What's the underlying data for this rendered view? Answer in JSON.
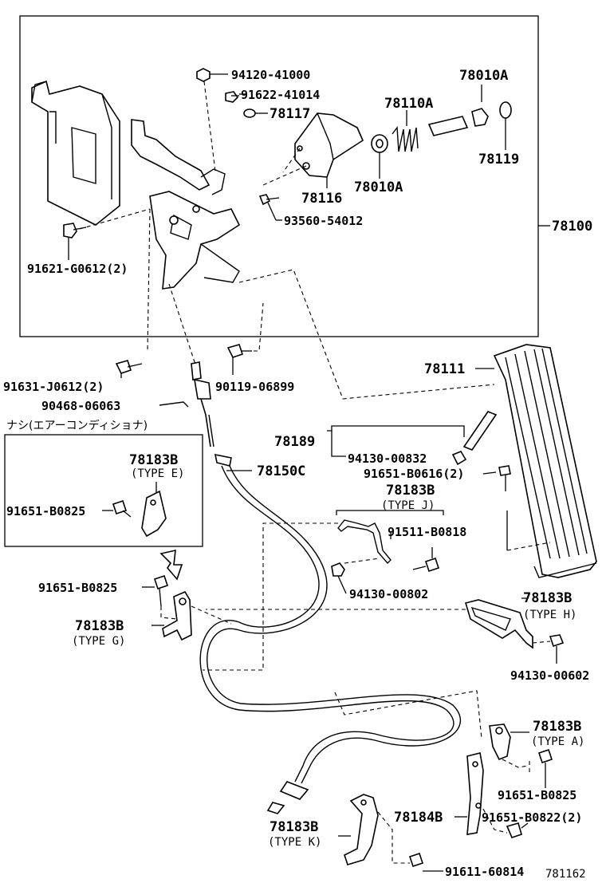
{
  "diagram": {
    "ref_number": "781162",
    "note_jp": "ナシ(エアーコンディショナ)",
    "parts": [
      {
        "id": "p94120",
        "label": "94120-41000"
      },
      {
        "id": "p91622",
        "label": "91622-41014"
      },
      {
        "id": "p78117",
        "label": "78117"
      },
      {
        "id": "p78010a_top",
        "label": "78010A"
      },
      {
        "id": "p78110a",
        "label": "78110A"
      },
      {
        "id": "p78119",
        "label": "78119"
      },
      {
        "id": "p78116",
        "label": "78116"
      },
      {
        "id": "p78010a_mid",
        "label": "78010A"
      },
      {
        "id": "p93560",
        "label": "93560-54012"
      },
      {
        "id": "p78100",
        "label": "78100"
      },
      {
        "id": "p91621",
        "label": "91621-G0612(2)"
      },
      {
        "id": "p91631",
        "label": "91631-J0612(2)"
      },
      {
        "id": "p90119",
        "label": "90119-06899"
      },
      {
        "id": "p78111",
        "label": "78111"
      },
      {
        "id": "p90468",
        "label": "90468-06063"
      },
      {
        "id": "p78189",
        "label": "78189"
      },
      {
        "id": "p94130_832",
        "label": "94130-00832"
      },
      {
        "id": "p91651_616",
        "label": "91651-B0616(2)"
      },
      {
        "id": "p78183b_e",
        "label": "78183B"
      },
      {
        "id": "p78150c",
        "label": "78150C"
      },
      {
        "id": "p78183b_j",
        "label": "78183B"
      },
      {
        "id": "p91651_825_e",
        "label": "91651-B0825"
      },
      {
        "id": "p91511",
        "label": "91511-B0818"
      },
      {
        "id": "p91651_825_g",
        "label": "91651-B0825"
      },
      {
        "id": "p94130_802",
        "label": "94130-00802"
      },
      {
        "id": "p78183b_g",
        "label": "78183B"
      },
      {
        "id": "p78183b_h",
        "label": "78183B"
      },
      {
        "id": "p94130_602",
        "label": "94130-00602"
      },
      {
        "id": "p78183b_a",
        "label": "78183B"
      },
      {
        "id": "p91651_825_a",
        "label": "91651-B0825"
      },
      {
        "id": "p78183b_k",
        "label": "78183B"
      },
      {
        "id": "p78184b",
        "label": "78184B"
      },
      {
        "id": "p91651_822",
        "label": "91651-B0822(2)"
      },
      {
        "id": "p91611",
        "label": "91611-60814"
      }
    ],
    "types": {
      "e": "(TYPE E)",
      "j": "(TYPE J)",
      "g": "(TYPE G)",
      "h": "(TYPE H)",
      "a": "(TYPE A)",
      "k": "(TYPE K)"
    }
  }
}
